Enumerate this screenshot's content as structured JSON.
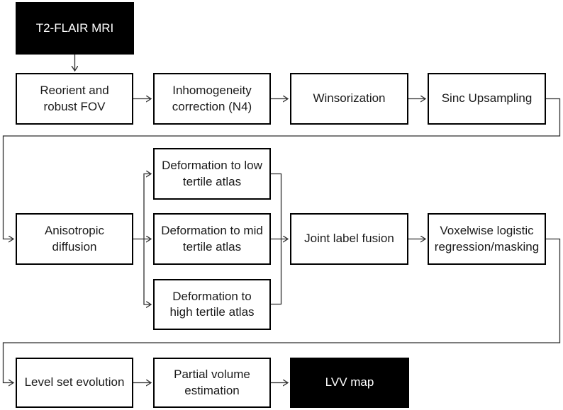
{
  "diagram": {
    "nodes": {
      "t2_flair": {
        "label": "T2-FLAIR MRI",
        "type": "terminal"
      },
      "reorient": {
        "label": "Reorient and\nrobust FOV",
        "type": "process"
      },
      "inhomogeneity": {
        "label": "Inhomogeneity\ncorrection (N4)",
        "type": "process"
      },
      "winsorization": {
        "label": "Winsorization",
        "type": "process"
      },
      "sinc_upsampling": {
        "label": "Sinc Upsampling",
        "type": "process"
      },
      "deformation_low": {
        "label": "Deformation to low\ntertile atlas",
        "type": "process"
      },
      "anisotropic": {
        "label": "Anisotropic\ndiffusion",
        "type": "process"
      },
      "deformation_mid": {
        "label": "Deformation to mid\ntertile atlas",
        "type": "process"
      },
      "joint_label_fusion": {
        "label": "Joint label fusion",
        "type": "process"
      },
      "voxelwise_logistic": {
        "label": "Voxelwise logistic\nregression/masking",
        "type": "process"
      },
      "deformation_high": {
        "label": "Deformation to\nhigh tertile atlas",
        "type": "process"
      },
      "level_set_evolution": {
        "label": "Level set evolution",
        "type": "process"
      },
      "partial_volume": {
        "label": "Partial volume\nestimation",
        "type": "process"
      },
      "lvv_map": {
        "label": "LVV map",
        "type": "terminal"
      }
    },
    "edges": [
      {
        "from": "t2_flair",
        "to": "reorient"
      },
      {
        "from": "reorient",
        "to": "inhomogeneity"
      },
      {
        "from": "inhomogeneity",
        "to": "winsorization"
      },
      {
        "from": "winsorization",
        "to": "sinc_upsampling"
      },
      {
        "from": "sinc_upsampling",
        "to": "anisotropic"
      },
      {
        "from": "anisotropic",
        "to": "deformation_low"
      },
      {
        "from": "anisotropic",
        "to": "deformation_mid"
      },
      {
        "from": "anisotropic",
        "to": "deformation_high"
      },
      {
        "from": "deformation_low",
        "to": "joint_label_fusion"
      },
      {
        "from": "deformation_mid",
        "to": "joint_label_fusion"
      },
      {
        "from": "deformation_high",
        "to": "joint_label_fusion"
      },
      {
        "from": "joint_label_fusion",
        "to": "voxelwise_logistic"
      },
      {
        "from": "voxelwise_logistic",
        "to": "level_set_evolution"
      },
      {
        "from": "level_set_evolution",
        "to": "partial_volume"
      },
      {
        "from": "partial_volume",
        "to": "lvv_map"
      }
    ],
    "colors": {
      "process_fill": "#ffffff",
      "process_border": "#000000",
      "terminal_fill": "#000000",
      "terminal_text": "#ffffff",
      "connector": "#2e2e2e",
      "text": "#1a1a1a"
    }
  }
}
